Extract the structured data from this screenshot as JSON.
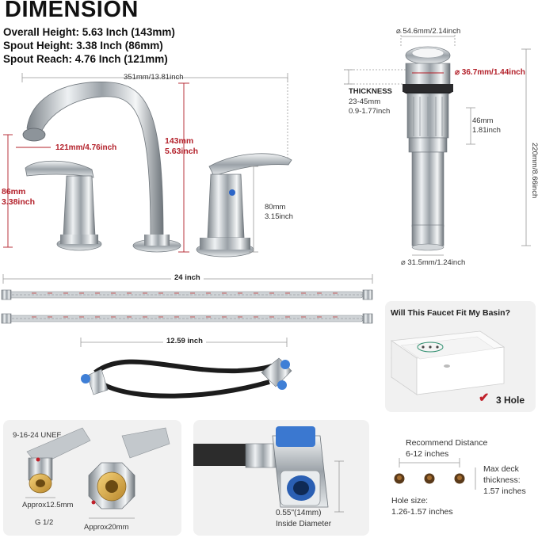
{
  "header": {
    "title": "DIMENSION",
    "specs": [
      "Overall Height: 5.63 Inch (143mm)",
      "Spout Height: 3.38 Inch (86mm)",
      "Spout Reach: 4.76 Inch (121mm)"
    ]
  },
  "faucet": {
    "width": "351mm/13.81inch",
    "reach": "121mm/4.76inch",
    "height_mm": "143mm",
    "height_in": "5.63inch",
    "spout_mm": "86mm",
    "spout_in": "3.38inch",
    "handle_mm": "80mm",
    "handle_in": "3.15inch"
  },
  "drain": {
    "top_dia": "⌀ 54.6mm/2.14inch",
    "inner_dia": "⌀ 36.7mm/1.44inch",
    "thickness_label": "THICKNESS",
    "thickness_mm": "23-45mm",
    "thickness_in": "0.9-1.77inch",
    "mid_mm": "46mm",
    "mid_in": "1.81inch",
    "total": "220mm/8.66inch",
    "bottom_dia": "⌀ 31.5mm/1.24inch"
  },
  "hoses": {
    "length_label": "24 inch",
    "pex_label": "12.59 inch"
  },
  "fit_panel": {
    "title": "Will This Faucet Fit My Basin?",
    "check_label": "3 Hole",
    "recommend_label": "Recommend Distance",
    "recommend_value": "6-12 inches",
    "deck_label": "Max deck",
    "deck_label2": "thickness:",
    "deck_value": "1.57 inches",
    "hole_label": "Hole size:",
    "hole_value": "1.26-1.57 inches"
  },
  "details": {
    "thread": "9-16-24 UNEF",
    "approx1": "Approx12.5mm",
    "g_half": "G 1/2",
    "approx2": "Approx20mm",
    "inside_mm": "0.55\"(14mm)",
    "inside_label": "Inside Diameter"
  },
  "colors": {
    "accent_red": "#b3202a",
    "chrome": "#c9ced3",
    "panel_bg": "#f1f1f1"
  }
}
